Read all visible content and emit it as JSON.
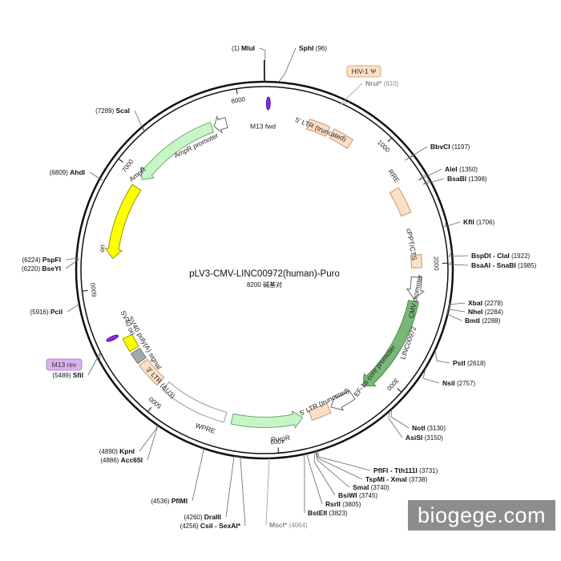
{
  "plasmid": {
    "name": "pLV3-CMV-LINC00972(human)-Puro",
    "size_text": "8200 碱基对",
    "length": 8200
  },
  "ticks": [
    {
      "pos": 1000,
      "label": "1000"
    },
    {
      "pos": 2000,
      "label": "2000"
    },
    {
      "pos": 3000,
      "label": "3000"
    },
    {
      "pos": 4000,
      "label": "4000"
    },
    {
      "pos": 5000,
      "label": "5000"
    },
    {
      "pos": 6000,
      "label": "6000"
    },
    {
      "pos": 7000,
      "label": "7000"
    },
    {
      "pos": 8000,
      "label": "8000"
    }
  ],
  "features": [
    {
      "name": "5' LTR (truncated)",
      "start": 380,
      "end": 560,
      "color": "#fbe0c8",
      "stroke": "#c8966a",
      "arrow": false
    },
    {
      "name": "5' LTR (truncated) b",
      "start": 600,
      "end": 780,
      "color": "#fbe0c8",
      "stroke": "#c8966a",
      "arrow": false
    },
    {
      "name": "RRE",
      "start": 1330,
      "end": 1560,
      "color": "#fbe0c8",
      "stroke": "#c8966a",
      "arrow": false
    },
    {
      "name": "cPPT/CTS",
      "start": 1920,
      "end": 2030,
      "color": "#fbe0c8",
      "stroke": "#c8966a",
      "arrow": false
    },
    {
      "name": "CMV promoter arrow",
      "start": 2110,
      "end": 2300,
      "color": "#ffffff",
      "stroke": "#666666",
      "arrow": true
    },
    {
      "name": "LINC00972",
      "start": 2320,
      "end": 3180,
      "color": "#7ab87a",
      "stroke": "#4a8a4a",
      "arrow": true
    },
    {
      "name": "EF-1a core promoter",
      "start": 3300,
      "end": 3510,
      "color": "#ffffff",
      "stroke": "#666666",
      "arrow": true
    },
    {
      "name": "5' LTR (truncated) c",
      "start": 3530,
      "end": 3700,
      "color": "#fbe0c8",
      "stroke": "#c8966a",
      "arrow": false
    },
    {
      "name": "PuroR",
      "start": 3770,
      "end": 4380,
      "color": "#c8f5c8",
      "stroke": "#6aa86a",
      "arrow": true,
      "reverse": true
    },
    {
      "name": "WPRE",
      "start": 4440,
      "end": 5020,
      "color": "#ffffff",
      "stroke": "#999999",
      "arrow": false
    },
    {
      "name": "3' LTR (ΔU3)",
      "start": 5080,
      "end": 5300,
      "color": "#fbe0c8",
      "stroke": "#c8966a",
      "arrow": false
    },
    {
      "name": "SV40 poly(A) signal",
      "start": 5320,
      "end": 5420,
      "color": "#a0a8a8",
      "stroke": "#777",
      "arrow": false
    },
    {
      "name": "SV40 ori",
      "start": 5440,
      "end": 5560,
      "color": "#ffff00",
      "stroke": "#999900",
      "arrow": false
    },
    {
      "name": "ori",
      "start": 6250,
      "end": 6900,
      "color": "#ffff00",
      "stroke": "#999900",
      "arrow": true,
      "reverse": true
    },
    {
      "name": "AmpR",
      "start": 6980,
      "end": 7740,
      "color": "#c8f5c8",
      "stroke": "#6aa86a",
      "arrow": true,
      "reverse": true
    },
    {
      "name": "AmpR promoter",
      "start": 7760,
      "end": 7870,
      "color": "#ffffff",
      "stroke": "#666666",
      "arrow": true,
      "reverse": true
    }
  ],
  "primers": [
    {
      "name": "M13 fwd",
      "pos": 30,
      "color": "#8a2be2"
    },
    {
      "name": "M13 rev",
      "pos": 5600,
      "color": "#8a2be2"
    }
  ],
  "feature_labels": [
    {
      "text": "M13 fwd"
    },
    {
      "text": "5' LTR (truncated)"
    },
    {
      "text": "RRE"
    },
    {
      "text": "cPPT/CTS"
    },
    {
      "text": "CMV promoter"
    },
    {
      "text": "LINC00972"
    },
    {
      "text": "EF-1α core promoter"
    },
    {
      "text": "5' LTR (truncated)"
    },
    {
      "text": "PuroR"
    },
    {
      "text": "WPRE"
    },
    {
      "text": "3' LTR (ΔU3)"
    },
    {
      "text": "SV40 poly(A) signal"
    },
    {
      "text": "SV40 ori"
    },
    {
      "text": "ori"
    },
    {
      "text": "AmpR"
    },
    {
      "text": "AmpR promoter"
    }
  ],
  "sites": [
    {
      "name": "MluI",
      "pos_text": "(1)",
      "grey": false
    },
    {
      "name": "SphI",
      "pos_text": "(96)",
      "grey": false
    },
    {
      "name": "NruI*",
      "pos_text": "(610)",
      "grey": true
    },
    {
      "name": "BbvCI",
      "pos_text": "(1197)",
      "grey": false
    },
    {
      "name": "AleI",
      "pos_text": "(1350)",
      "grey": false
    },
    {
      "name": "BsaBI",
      "pos_text": "(1398)",
      "grey": false
    },
    {
      "name": "KflI",
      "pos_text": "(1706)",
      "grey": false
    },
    {
      "name": "BspDI - ClaI",
      "pos_text": "(1922)",
      "grey": false
    },
    {
      "name": "BsaAI - SnaBI",
      "pos_text": "(1985)",
      "grey": false
    },
    {
      "name": "XbaI",
      "pos_text": "(2278)",
      "grey": false
    },
    {
      "name": "NheI",
      "pos_text": "(2284)",
      "grey": false
    },
    {
      "name": "BmtI",
      "pos_text": "(2288)",
      "grey": false
    },
    {
      "name": "PstI",
      "pos_text": "(2618)",
      "grey": false
    },
    {
      "name": "NsiI",
      "pos_text": "(2757)",
      "grey": false
    },
    {
      "name": "NotI",
      "pos_text": "(3130)",
      "grey": false
    },
    {
      "name": "AsiSI",
      "pos_text": "(3150)",
      "grey": false
    },
    {
      "name": "PflFI - Tth111I",
      "pos_text": "(3731)",
      "grey": false
    },
    {
      "name": "TspMI - XmaI",
      "pos_text": "(3738)",
      "grey": false
    },
    {
      "name": "SmaI",
      "pos_text": "(3740)",
      "grey": false
    },
    {
      "name": "BsiWI",
      "pos_text": "(3745)",
      "grey": false
    },
    {
      "name": "RsrII",
      "pos_text": "(3805)",
      "grey": false
    },
    {
      "name": "BstEII",
      "pos_text": "(3823)",
      "grey": false
    },
    {
      "name": "MscI*",
      "pos_text": "(4064)",
      "grey": true
    },
    {
      "name": "KpnI",
      "pos_text": "(4890)",
      "grey": false
    },
    {
      "name": "Acc65I",
      "pos_text": "(4886)",
      "grey": false
    },
    {
      "name": "PflMI",
      "pos_text": "(4536)",
      "grey": false
    },
    {
      "name": "DraIII",
      "pos_text": "(4260)",
      "grey": false
    },
    {
      "name": "CsiI - SexAI*",
      "pos_text": "(4256)",
      "grey": false
    },
    {
      "name": "SfiI",
      "pos_text": "(5489)",
      "grey": false
    },
    {
      "name": "PciI",
      "pos_text": "(5916)",
      "grey": false
    },
    {
      "name": "PspFI",
      "pos_text": "(6224)",
      "grey": false
    },
    {
      "name": "BseYI",
      "pos_text": "(6220)",
      "grey": false
    },
    {
      "name": "AhdI",
      "pos_text": "(6809)",
      "grey": false
    },
    {
      "name": "ScaI",
      "pos_text": "(7289)",
      "grey": false
    }
  ],
  "badges": [
    {
      "text": "HIV-1 Ψ",
      "fill": "#fbe0c8",
      "stroke": "#c8966a",
      "color": "#333"
    },
    {
      "text": "M13 rev",
      "fill": "#dcb0f0",
      "stroke": "#a070c0",
      "color": "#333"
    }
  ],
  "watermark": "biogege.com"
}
